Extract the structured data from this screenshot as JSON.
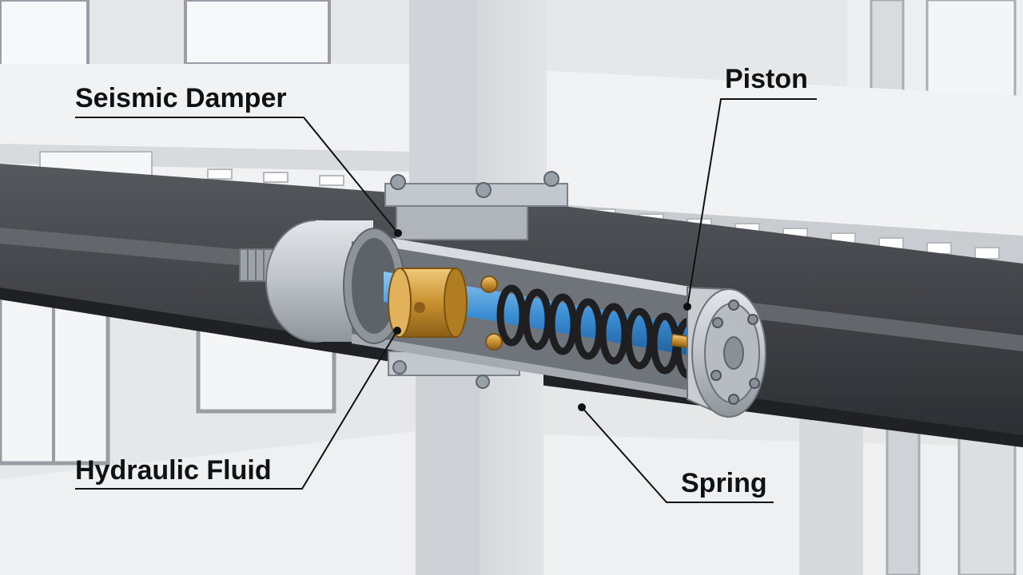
{
  "diagram": {
    "labels": {
      "seismic_damper": "Seismic Damper",
      "piston": "Piston",
      "hydraulic_fluid": "Hydraulic Fluid",
      "spring": "Spring"
    }
  },
  "colors": {
    "background": "#e9eaec",
    "concrete": "#d4d6d9",
    "beam": "#3b3d41",
    "cylinder": "#b9bec4",
    "fluid": "#3b8fd4",
    "brass": "#c9912f",
    "spring": "#1f1f22",
    "leader_line": "#111111"
  }
}
